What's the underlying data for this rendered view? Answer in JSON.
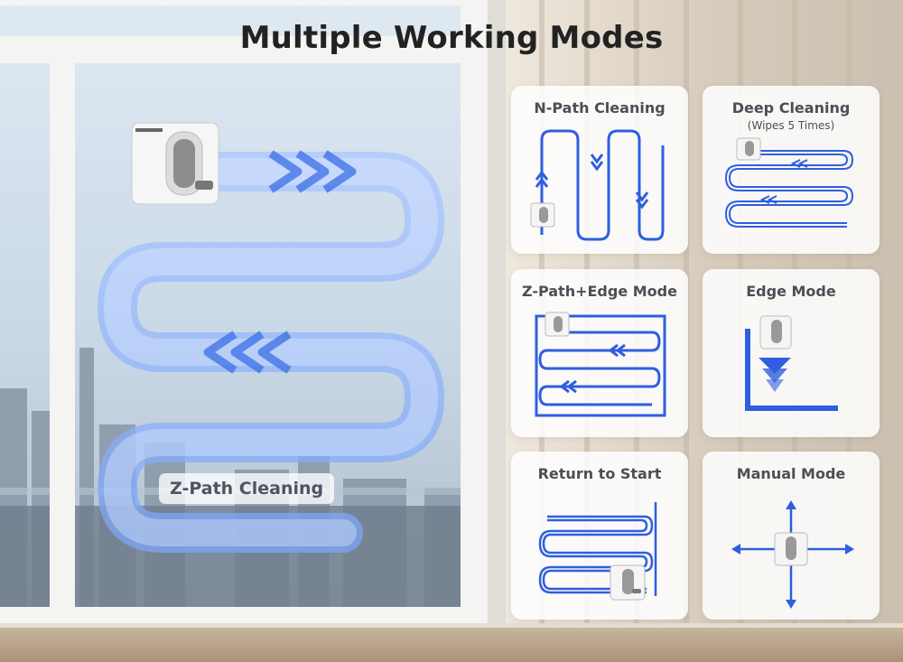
{
  "title": "Multiple Working Modes",
  "main_mode_label": "Z-Path Cleaning",
  "modes": [
    {
      "title": "N-Path Cleaning",
      "subtitle": ""
    },
    {
      "title": "Deep Cleaning",
      "subtitle": "(Wipes 5 Times)"
    },
    {
      "title": "Z-Path+Edge Mode",
      "subtitle": ""
    },
    {
      "title": "Edge Mode",
      "subtitle": ""
    },
    {
      "title": "Return to Start",
      "subtitle": ""
    },
    {
      "title": "Manual Mode",
      "subtitle": ""
    }
  ],
  "colors": {
    "path_blue": "#2f5fe0",
    "title_text": "#222222",
    "card_text": "#4b4f55"
  }
}
